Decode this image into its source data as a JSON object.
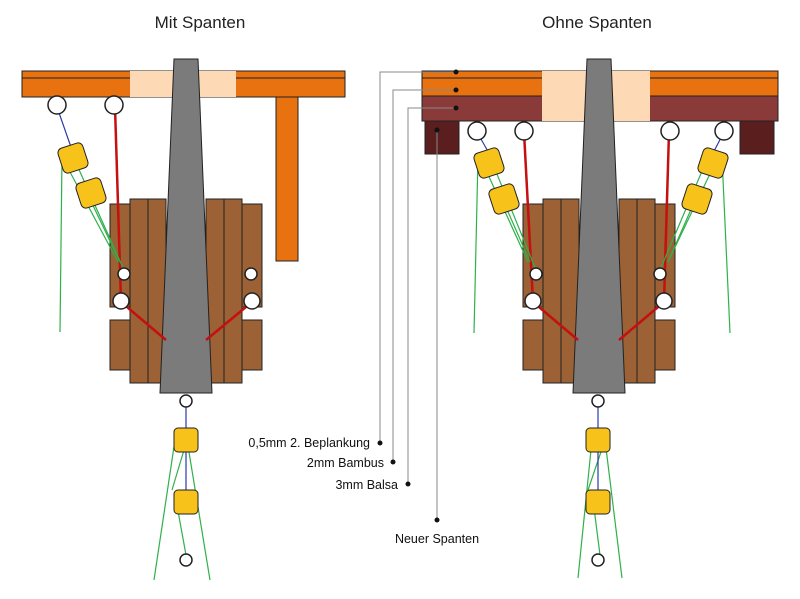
{
  "left_panel": {
    "title": "Mit Spanten"
  },
  "right_panel": {
    "title": "Ohne Spanten"
  },
  "legend": {
    "planking": "0,5mm 2. Beplankung",
    "bamboo": "2mm Bambus",
    "balsa": "3mm Balsa",
    "new_frame": "Neuer Spanten"
  },
  "colors": {
    "orange": "#e8720f",
    "light_orange": "#fdd9b5",
    "dark_red": "#8b3a3a",
    "very_dark_red": "#5a1e1e",
    "brown": "#9c6134",
    "gray_mast": "#7b7b7b",
    "yellow_block": "#f7c21a",
    "red_line": "#c41010",
    "green_line": "#2fb04a",
    "blue_line": "#2c3aa8"
  }
}
